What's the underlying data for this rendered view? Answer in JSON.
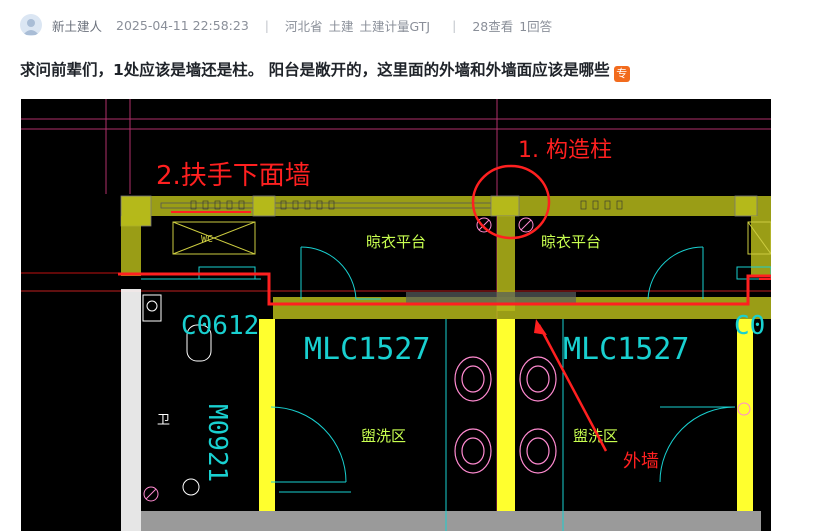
{
  "post": {
    "author": "新土建人",
    "datetime": "2025-04-11 22:58:23",
    "region": "河北省",
    "tags": [
      "土建",
      "土建计量GTJ"
    ],
    "views": "28查看",
    "answers": "1回答",
    "title": "求问前辈们，1处应该是墙还是柱。 阳台是敞开的，这里面的外墙和外墙面应该是哪些",
    "badge": "专"
  },
  "drawing": {
    "annotation_railing": "2.扶手下面墙",
    "annotation_column": "1. 构造柱",
    "annotation_outer_wall": "外墙",
    "room_balcony": "晾衣平台",
    "room_wash": "盥洗区",
    "window_code": "MLC1527",
    "window_code_left": "C0612",
    "door_code": "M0921",
    "door_code_right_cut": "C0",
    "stair_label": "卫",
    "wc_label": "WC",
    "colors": {
      "wall": "#b5b91a",
      "column": "#ffff2e",
      "annotation": "#ff2020",
      "cad_text": "#19d0d0",
      "balcony_text": "#c8ff50",
      "fixture": "#ff8ad0"
    }
  }
}
